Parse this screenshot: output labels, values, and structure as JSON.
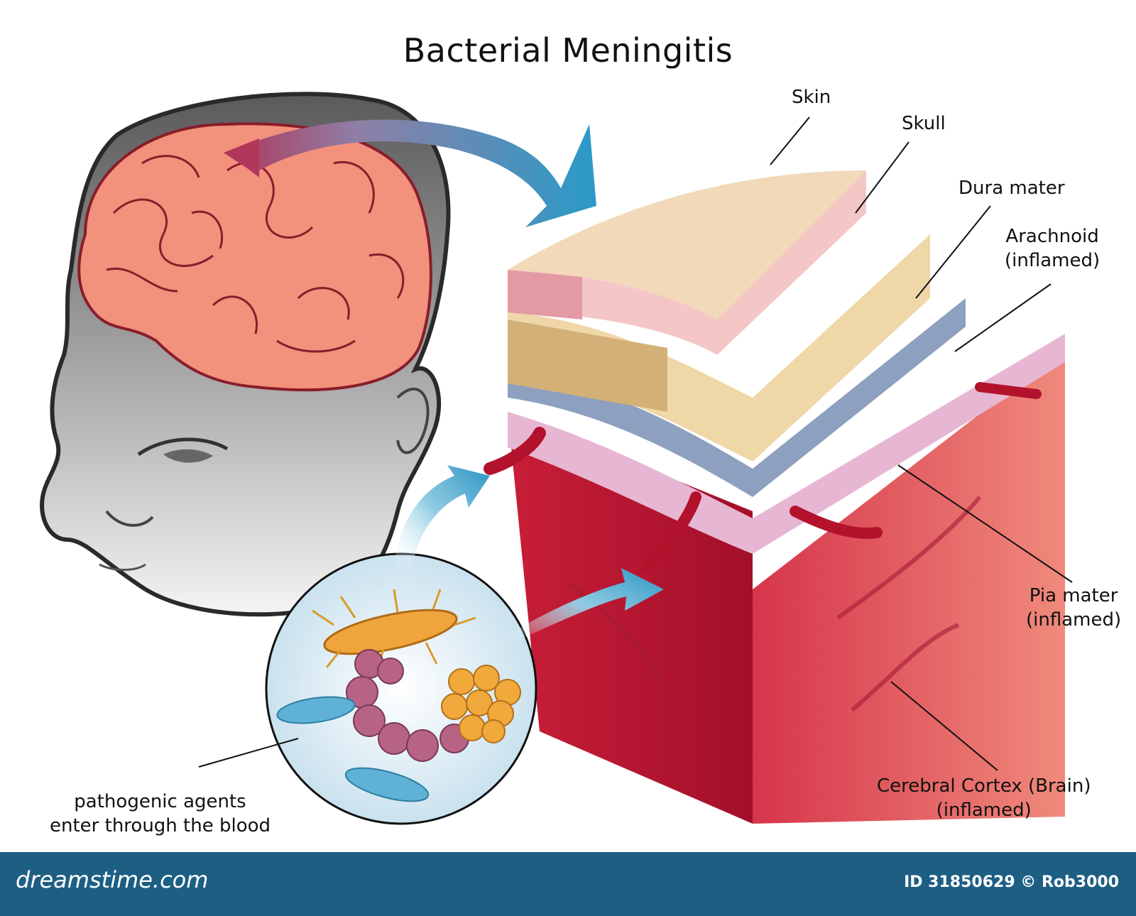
{
  "title": "Bacterial Meningitis",
  "labels": {
    "skin": "Skin",
    "skull": "Skull",
    "dura_mater": "Dura mater",
    "arachnoid": [
      "Arachnoid",
      "(inflamed)"
    ],
    "pia_mater": [
      "Pia mater",
      "(inflamed)"
    ],
    "cerebral_cortex": [
      "Cerebral Cortex (Brain)",
      "(inflamed)"
    ],
    "pathogens": [
      "pathogenic agents",
      "enter through the blood"
    ]
  },
  "footer": {
    "site": "dreamstime.com",
    "id": "ID 31850629 © Rob3000"
  },
  "colors": {
    "footer_bg": "#1d5f83",
    "brain": "#f08a7a",
    "arrow": "#4aa6c8",
    "tissue": "#c8213a"
  }
}
